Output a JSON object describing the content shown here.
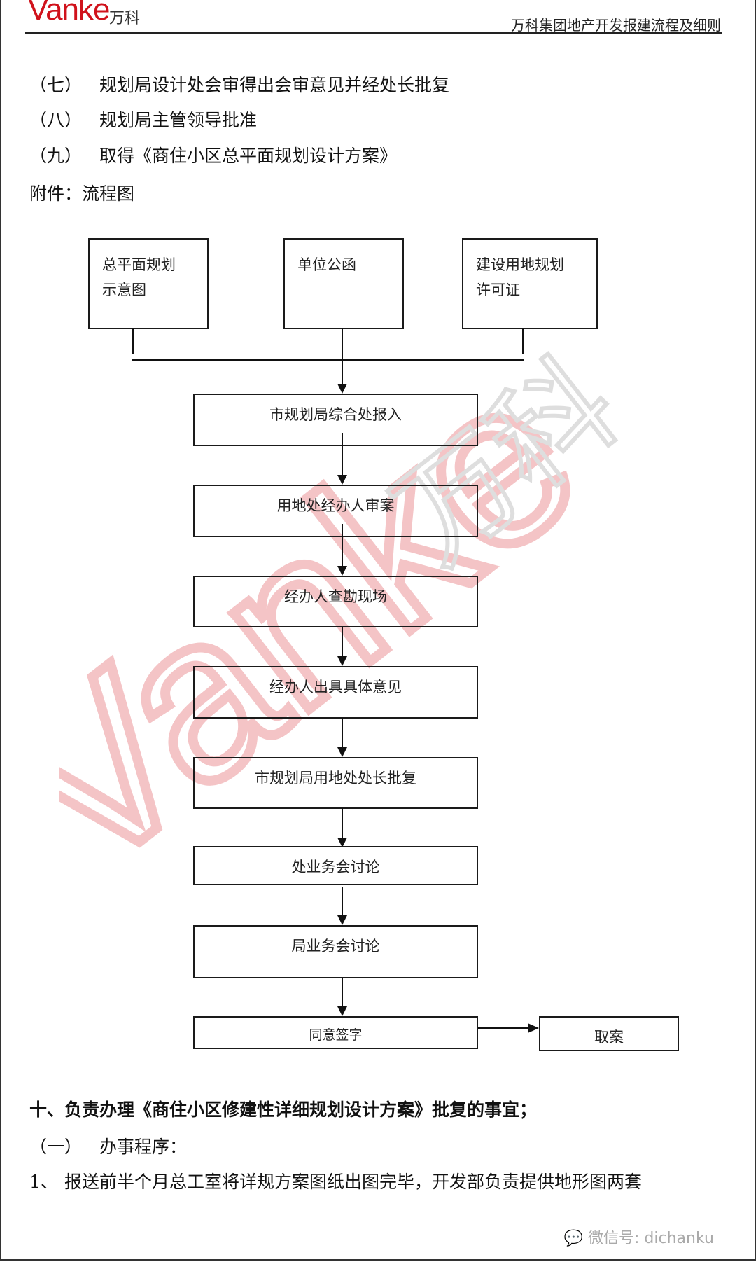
{
  "header": {
    "logo_en": "Vanke",
    "logo_cn": "万科",
    "doc_title": "万科集团地产开发报建流程及细则"
  },
  "items": [
    {
      "label": "（七）",
      "text": "规划局设计处会审得出会审意见并经处长批复"
    },
    {
      "label": "（八）",
      "text": "规划局主管领导批准"
    },
    {
      "label": "（九）",
      "text": "取得《商住小区总平面规划设计方案》"
    }
  ],
  "attachment": "附件：流程图",
  "flowchart": {
    "inputs": [
      {
        "line1": "总平面规划",
        "line2": "示意图"
      },
      {
        "line1": "单位公函",
        "line2": ""
      },
      {
        "line1": "建设用地规划",
        "line2": "许可证"
      }
    ],
    "steps": [
      "市规划局综合处报入",
      "用地处经办人审案",
      "经办人查勘现场",
      "经办人出具具体意见",
      "市规划局用地处处长批复",
      "处业务会讨论",
      "局业务会讨论",
      "同意签字"
    ],
    "final": "取案"
  },
  "section_heading": "十、负责办理《商住小区修建性详细规划设计方案》批复的事宜；",
  "sub_item": {
    "label": "（一）",
    "text": "办事程序："
  },
  "step1": {
    "label": "1、",
    "text": "报送前半个月总工室将详规方案图纸出图完毕，开发部负责提供地形图两套"
  },
  "watermark": {
    "en": "Vanke",
    "cn": "万科",
    "color_en": "#f2b8bb",
    "color_cn": "#d9d9d9"
  },
  "wechat": {
    "icon": "wechat-icon",
    "text": "微信号: dichanku"
  }
}
